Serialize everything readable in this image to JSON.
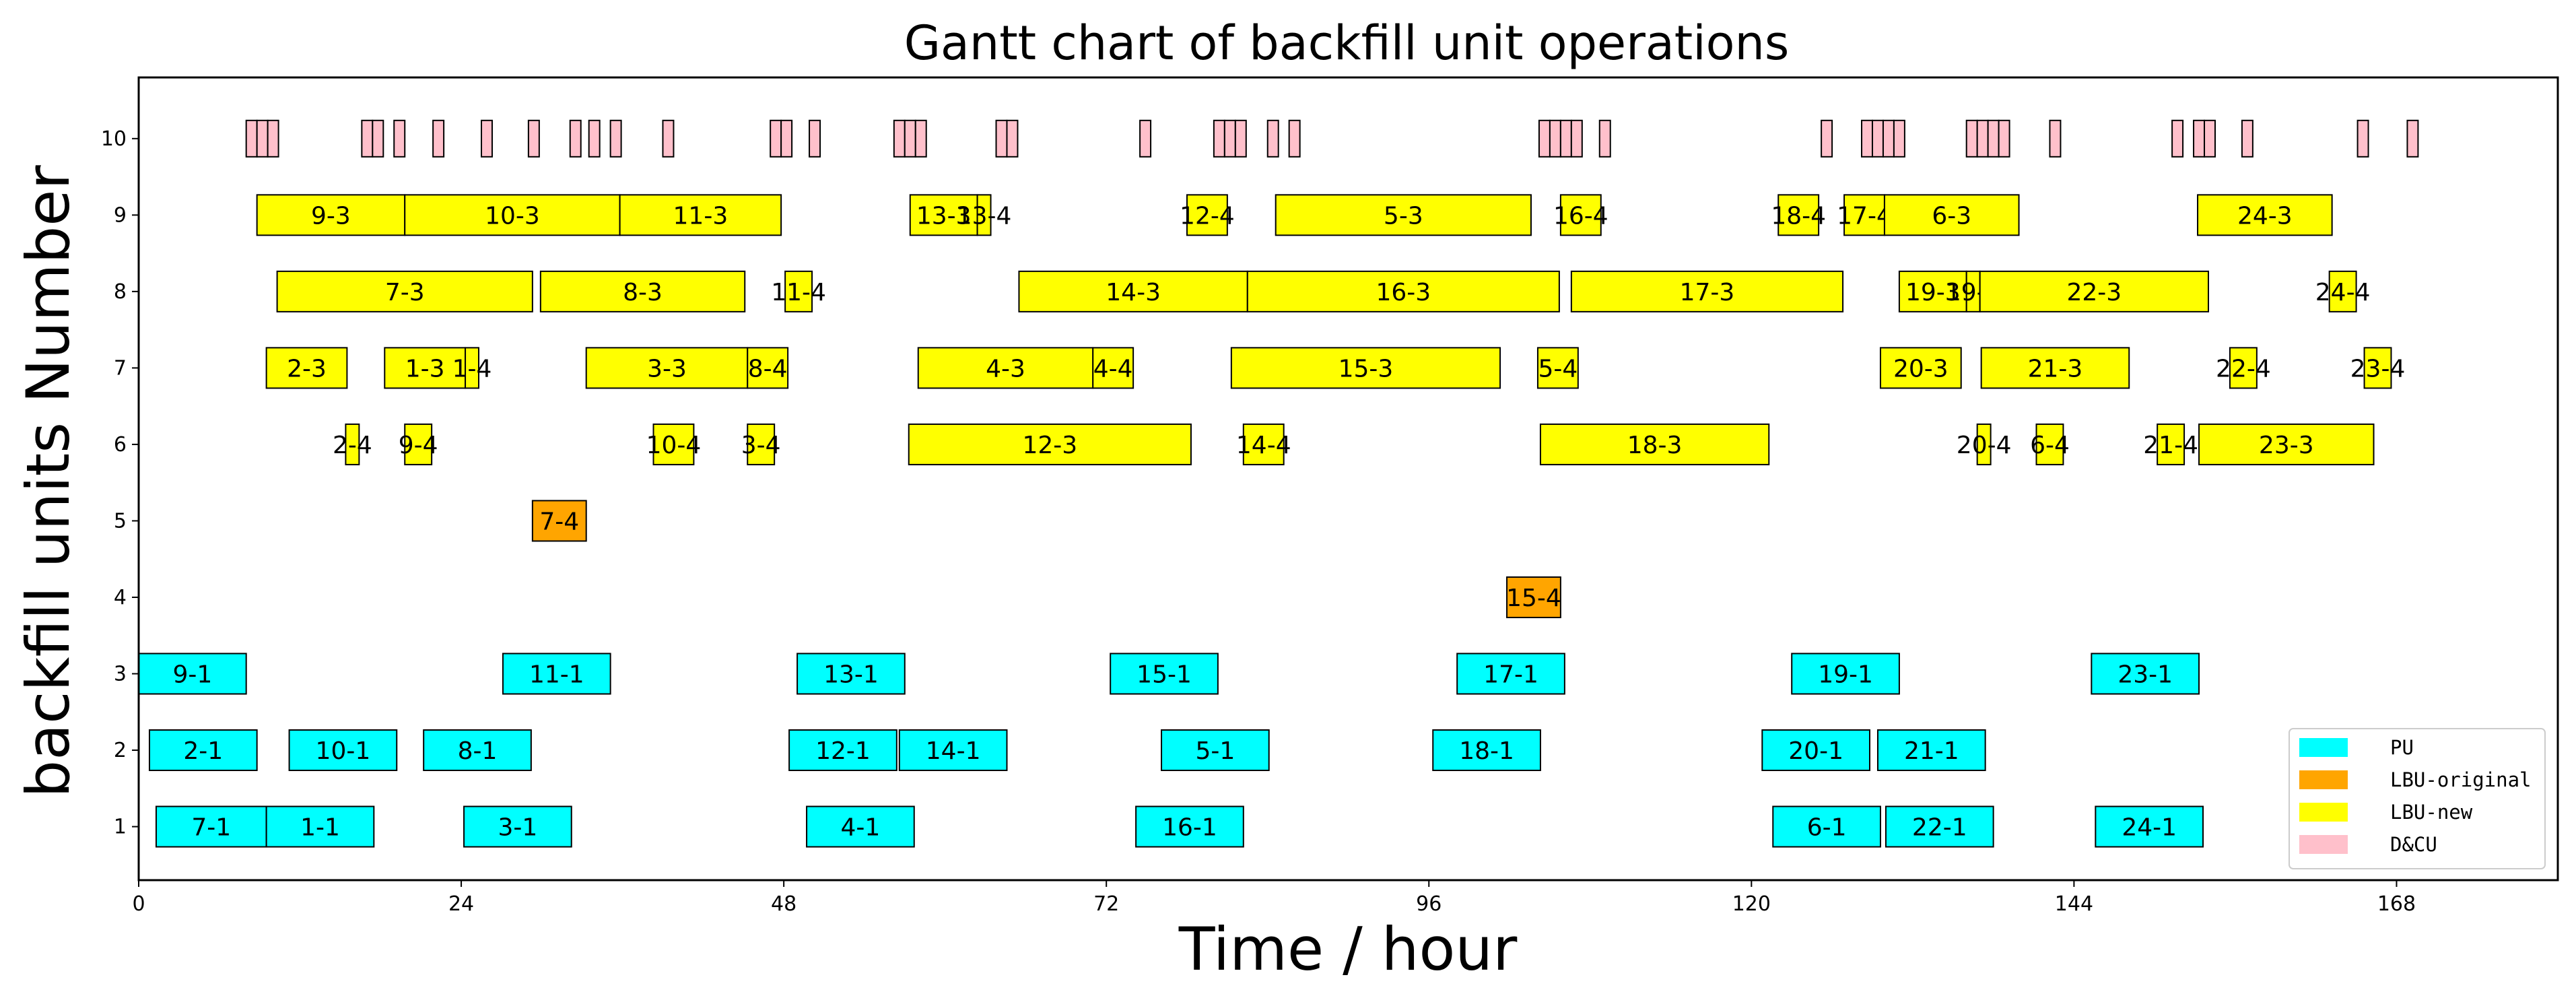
{
  "chart_data": {
    "type": "gantt",
    "title": "Gantt chart of backfill unit operations",
    "xlabel": "Time / hour",
    "ylabel": "backfill units Number",
    "xlim": [
      0,
      180
    ],
    "ylim": [
      0.3,
      10.8
    ],
    "xticks": [
      0,
      24,
      48,
      72,
      96,
      120,
      144,
      168
    ],
    "yticks": [
      1,
      2,
      3,
      4,
      5,
      6,
      7,
      8,
      9,
      10
    ],
    "grid": false,
    "legend": {
      "position": "lower-right",
      "entries": [
        {
          "label": "PU",
          "color": "#00FFFF"
        },
        {
          "label": "LBU-original",
          "color": "#FFA500"
        },
        {
          "label": "LBU-new",
          "color": "#FFFF00"
        },
        {
          "label": "D&CU",
          "color": "#FFC0CB"
        }
      ]
    },
    "tasks": [
      {
        "unit": 1,
        "start": 1.3,
        "end": 9.5,
        "label": "7-1",
        "cat": "PU"
      },
      {
        "unit": 1,
        "start": 9.5,
        "end": 17.5,
        "label": "1-1",
        "cat": "PU"
      },
      {
        "unit": 1,
        "start": 24.2,
        "end": 32.2,
        "label": "3-1",
        "cat": "PU"
      },
      {
        "unit": 1,
        "start": 49.7,
        "end": 57.7,
        "label": "4-1",
        "cat": "PU"
      },
      {
        "unit": 1,
        "start": 74.2,
        "end": 82.2,
        "label": "16-1",
        "cat": "PU"
      },
      {
        "unit": 1,
        "start": 121.6,
        "end": 129.6,
        "label": "6-1",
        "cat": "PU"
      },
      {
        "unit": 1,
        "start": 130.0,
        "end": 138.0,
        "label": "22-1",
        "cat": "PU"
      },
      {
        "unit": 1,
        "start": 145.6,
        "end": 153.6,
        "label": "24-1",
        "cat": "PU"
      },
      {
        "unit": 2,
        "start": 0.8,
        "end": 8.8,
        "label": "2-1",
        "cat": "PU"
      },
      {
        "unit": 2,
        "start": 11.2,
        "end": 19.2,
        "label": "10-1",
        "cat": "PU"
      },
      {
        "unit": 2,
        "start": 21.2,
        "end": 29.2,
        "label": "8-1",
        "cat": "PU"
      },
      {
        "unit": 2,
        "start": 48.4,
        "end": 56.4,
        "label": "12-1",
        "cat": "PU"
      },
      {
        "unit": 2,
        "start": 56.6,
        "end": 64.6,
        "label": "14-1",
        "cat": "PU"
      },
      {
        "unit": 2,
        "start": 76.1,
        "end": 84.1,
        "label": "5-1",
        "cat": "PU"
      },
      {
        "unit": 2,
        "start": 96.3,
        "end": 104.3,
        "label": "18-1",
        "cat": "PU"
      },
      {
        "unit": 2,
        "start": 120.8,
        "end": 128.8,
        "label": "20-1",
        "cat": "PU"
      },
      {
        "unit": 2,
        "start": 129.4,
        "end": 137.4,
        "label": "21-1",
        "cat": "PU"
      },
      {
        "unit": 3,
        "start": 0.0,
        "end": 8.0,
        "label": "9-1",
        "cat": "PU"
      },
      {
        "unit": 3,
        "start": 27.1,
        "end": 35.1,
        "label": "11-1",
        "cat": "PU"
      },
      {
        "unit": 3,
        "start": 49.0,
        "end": 57.0,
        "label": "13-1",
        "cat": "PU"
      },
      {
        "unit": 3,
        "start": 72.3,
        "end": 80.3,
        "label": "15-1",
        "cat": "PU"
      },
      {
        "unit": 3,
        "start": 98.1,
        "end": 106.1,
        "label": "17-1",
        "cat": "PU"
      },
      {
        "unit": 3,
        "start": 123.0,
        "end": 131.0,
        "label": "19-1",
        "cat": "PU"
      },
      {
        "unit": 3,
        "start": 145.3,
        "end": 153.3,
        "label": "23-1",
        "cat": "PU"
      },
      {
        "unit": 4,
        "start": 101.8,
        "end": 105.8,
        "label": "15-4",
        "cat": "LBU-original"
      },
      {
        "unit": 5,
        "start": 29.3,
        "end": 33.3,
        "label": "7-4",
        "cat": "LBU-original"
      },
      {
        "unit": 6,
        "start": 15.4,
        "end": 16.4,
        "label": "2-4",
        "cat": "LBU-new"
      },
      {
        "unit": 6,
        "start": 19.8,
        "end": 21.8,
        "label": "9-4",
        "cat": "LBU-new"
      },
      {
        "unit": 6,
        "start": 38.3,
        "end": 41.3,
        "label": "10-4",
        "cat": "LBU-new"
      },
      {
        "unit": 6,
        "start": 45.3,
        "end": 47.3,
        "label": "3-4",
        "cat": "LBU-new"
      },
      {
        "unit": 6,
        "start": 57.3,
        "end": 78.3,
        "label": "12-3",
        "cat": "LBU-new"
      },
      {
        "unit": 6,
        "start": 82.2,
        "end": 85.2,
        "label": "14-4",
        "cat": "LBU-new"
      },
      {
        "unit": 6,
        "start": 104.3,
        "end": 121.3,
        "label": "18-3",
        "cat": "LBU-new"
      },
      {
        "unit": 6,
        "start": 136.8,
        "end": 137.8,
        "label": "20-4",
        "cat": "LBU-new"
      },
      {
        "unit": 6,
        "start": 141.2,
        "end": 143.2,
        "label": "6-4",
        "cat": "LBU-new"
      },
      {
        "unit": 6,
        "start": 150.2,
        "end": 152.2,
        "label": "21-4",
        "cat": "LBU-new"
      },
      {
        "unit": 6,
        "start": 153.3,
        "end": 166.3,
        "label": "23-3",
        "cat": "LBU-new"
      },
      {
        "unit": 7,
        "start": 9.5,
        "end": 15.5,
        "label": "2-3",
        "cat": "LBU-new"
      },
      {
        "unit": 7,
        "start": 18.3,
        "end": 24.3,
        "label": "1-3",
        "cat": "LBU-new"
      },
      {
        "unit": 7,
        "start": 24.3,
        "end": 25.3,
        "label": "1-4",
        "cat": "LBU-new"
      },
      {
        "unit": 7,
        "start": 33.3,
        "end": 45.3,
        "label": "3-3",
        "cat": "LBU-new"
      },
      {
        "unit": 7,
        "start": 45.3,
        "end": 48.3,
        "label": "8-4",
        "cat": "LBU-new"
      },
      {
        "unit": 7,
        "start": 58.0,
        "end": 71.0,
        "label": "4-3",
        "cat": "LBU-new"
      },
      {
        "unit": 7,
        "start": 71.0,
        "end": 74.0,
        "label": "4-4",
        "cat": "LBU-new"
      },
      {
        "unit": 7,
        "start": 81.3,
        "end": 101.3,
        "label": "15-3",
        "cat": "LBU-new"
      },
      {
        "unit": 7,
        "start": 104.1,
        "end": 107.1,
        "label": "5-4",
        "cat": "LBU-new"
      },
      {
        "unit": 7,
        "start": 129.6,
        "end": 135.6,
        "label": "20-3",
        "cat": "LBU-new"
      },
      {
        "unit": 7,
        "start": 137.1,
        "end": 148.1,
        "label": "21-3",
        "cat": "LBU-new"
      },
      {
        "unit": 7,
        "start": 155.6,
        "end": 157.6,
        "label": "22-4",
        "cat": "LBU-new"
      },
      {
        "unit": 7,
        "start": 165.6,
        "end": 167.6,
        "label": "23-4",
        "cat": "LBU-new"
      },
      {
        "unit": 8,
        "start": 10.3,
        "end": 29.3,
        "label": "7-3",
        "cat": "LBU-new"
      },
      {
        "unit": 8,
        "start": 29.9,
        "end": 45.1,
        "label": "8-3",
        "cat": "LBU-new"
      },
      {
        "unit": 8,
        "start": 48.1,
        "end": 50.1,
        "label": "11-4",
        "cat": "LBU-new"
      },
      {
        "unit": 8,
        "start": 65.5,
        "end": 82.5,
        "label": "14-3",
        "cat": "LBU-new"
      },
      {
        "unit": 8,
        "start": 82.5,
        "end": 105.7,
        "label": "16-3",
        "cat": "LBU-new"
      },
      {
        "unit": 8,
        "start": 106.6,
        "end": 126.8,
        "label": "17-3",
        "cat": "LBU-new"
      },
      {
        "unit": 8,
        "start": 131.0,
        "end": 136.0,
        "label": "19-3",
        "cat": "LBU-new"
      },
      {
        "unit": 8,
        "start": 136.0,
        "end": 137.0,
        "label": "19-4",
        "cat": "LBU-new"
      },
      {
        "unit": 8,
        "start": 137.0,
        "end": 154.0,
        "label": "22-3",
        "cat": "LBU-new"
      },
      {
        "unit": 8,
        "start": 163.0,
        "end": 165.0,
        "label": "24-4",
        "cat": "LBU-new"
      },
      {
        "unit": 9,
        "start": 8.8,
        "end": 19.8,
        "label": "9-3",
        "cat": "LBU-new"
      },
      {
        "unit": 9,
        "start": 19.8,
        "end": 35.8,
        "label": "10-3",
        "cat": "LBU-new"
      },
      {
        "unit": 9,
        "start": 35.8,
        "end": 47.8,
        "label": "11-3",
        "cat": "LBU-new"
      },
      {
        "unit": 9,
        "start": 57.4,
        "end": 62.4,
        "label": "13-3",
        "cat": "LBU-new"
      },
      {
        "unit": 9,
        "start": 62.4,
        "end": 63.4,
        "label": "13-4",
        "cat": "LBU-new"
      },
      {
        "unit": 9,
        "start": 78.0,
        "end": 81.0,
        "label": "12-4",
        "cat": "LBU-new"
      },
      {
        "unit": 9,
        "start": 84.6,
        "end": 103.6,
        "label": "5-3",
        "cat": "LBU-new"
      },
      {
        "unit": 9,
        "start": 105.8,
        "end": 108.8,
        "label": "16-4",
        "cat": "LBU-new"
      },
      {
        "unit": 9,
        "start": 122.0,
        "end": 125.0,
        "label": "18-4",
        "cat": "LBU-new"
      },
      {
        "unit": 9,
        "start": 126.9,
        "end": 129.9,
        "label": "17-4",
        "cat": "LBU-new"
      },
      {
        "unit": 9,
        "start": 129.9,
        "end": 139.9,
        "label": "6-3",
        "cat": "LBU-new"
      },
      {
        "unit": 9,
        "start": 153.2,
        "end": 163.2,
        "label": "24-3",
        "cat": "LBU-new"
      },
      {
        "unit": 10,
        "start": 8.0,
        "end": 8.8,
        "label": "",
        "cat": "D&CU"
      },
      {
        "unit": 10,
        "start": 8.8,
        "end": 9.6,
        "label": "",
        "cat": "D&CU"
      },
      {
        "unit": 10,
        "start": 9.6,
        "end": 10.4,
        "label": "",
        "cat": "D&CU"
      },
      {
        "unit": 10,
        "start": 16.6,
        "end": 17.4,
        "label": "",
        "cat": "D&CU"
      },
      {
        "unit": 10,
        "start": 17.4,
        "end": 18.2,
        "label": "",
        "cat": "D&CU"
      },
      {
        "unit": 10,
        "start": 19.0,
        "end": 19.8,
        "label": "",
        "cat": "D&CU"
      },
      {
        "unit": 10,
        "start": 21.9,
        "end": 22.7,
        "label": "",
        "cat": "D&CU"
      },
      {
        "unit": 10,
        "start": 25.5,
        "end": 26.3,
        "label": "",
        "cat": "D&CU"
      },
      {
        "unit": 10,
        "start": 29.0,
        "end": 29.8,
        "label": "",
        "cat": "D&CU"
      },
      {
        "unit": 10,
        "start": 32.1,
        "end": 32.9,
        "label": "",
        "cat": "D&CU"
      },
      {
        "unit": 10,
        "start": 33.5,
        "end": 34.3,
        "label": "",
        "cat": "D&CU"
      },
      {
        "unit": 10,
        "start": 35.1,
        "end": 35.9,
        "label": "",
        "cat": "D&CU"
      },
      {
        "unit": 10,
        "start": 39.0,
        "end": 39.8,
        "label": "",
        "cat": "D&CU"
      },
      {
        "unit": 10,
        "start": 47.0,
        "end": 47.8,
        "label": "",
        "cat": "D&CU"
      },
      {
        "unit": 10,
        "start": 47.8,
        "end": 48.6,
        "label": "",
        "cat": "D&CU"
      },
      {
        "unit": 10,
        "start": 49.9,
        "end": 50.7,
        "label": "",
        "cat": "D&CU"
      },
      {
        "unit": 10,
        "start": 56.2,
        "end": 57.0,
        "label": "",
        "cat": "D&CU"
      },
      {
        "unit": 10,
        "start": 57.0,
        "end": 57.8,
        "label": "",
        "cat": "D&CU"
      },
      {
        "unit": 10,
        "start": 57.8,
        "end": 58.6,
        "label": "",
        "cat": "D&CU"
      },
      {
        "unit": 10,
        "start": 63.8,
        "end": 64.6,
        "label": "",
        "cat": "D&CU"
      },
      {
        "unit": 10,
        "start": 64.6,
        "end": 65.4,
        "label": "",
        "cat": "D&CU"
      },
      {
        "unit": 10,
        "start": 74.5,
        "end": 75.3,
        "label": "",
        "cat": "D&CU"
      },
      {
        "unit": 10,
        "start": 80.0,
        "end": 80.8,
        "label": "",
        "cat": "D&CU"
      },
      {
        "unit": 10,
        "start": 80.8,
        "end": 81.6,
        "label": "",
        "cat": "D&CU"
      },
      {
        "unit": 10,
        "start": 81.6,
        "end": 82.4,
        "label": "",
        "cat": "D&CU"
      },
      {
        "unit": 10,
        "start": 84.0,
        "end": 84.8,
        "label": "",
        "cat": "D&CU"
      },
      {
        "unit": 10,
        "start": 85.6,
        "end": 86.4,
        "label": "",
        "cat": "D&CU"
      },
      {
        "unit": 10,
        "start": 104.2,
        "end": 105.0,
        "label": "",
        "cat": "D&CU"
      },
      {
        "unit": 10,
        "start": 105.0,
        "end": 105.8,
        "label": "",
        "cat": "D&CU"
      },
      {
        "unit": 10,
        "start": 105.8,
        "end": 106.6,
        "label": "",
        "cat": "D&CU"
      },
      {
        "unit": 10,
        "start": 106.6,
        "end": 107.4,
        "label": "",
        "cat": "D&CU"
      },
      {
        "unit": 10,
        "start": 108.7,
        "end": 109.5,
        "label": "",
        "cat": "D&CU"
      },
      {
        "unit": 10,
        "start": 125.2,
        "end": 126.0,
        "label": "",
        "cat": "D&CU"
      },
      {
        "unit": 10,
        "start": 128.2,
        "end": 129.0,
        "label": "",
        "cat": "D&CU"
      },
      {
        "unit": 10,
        "start": 129.0,
        "end": 129.8,
        "label": "",
        "cat": "D&CU"
      },
      {
        "unit": 10,
        "start": 129.8,
        "end": 130.6,
        "label": "",
        "cat": "D&CU"
      },
      {
        "unit": 10,
        "start": 130.6,
        "end": 131.4,
        "label": "",
        "cat": "D&CU"
      },
      {
        "unit": 10,
        "start": 136.0,
        "end": 136.8,
        "label": "",
        "cat": "D&CU"
      },
      {
        "unit": 10,
        "start": 136.8,
        "end": 137.6,
        "label": "",
        "cat": "D&CU"
      },
      {
        "unit": 10,
        "start": 137.6,
        "end": 138.4,
        "label": "",
        "cat": "D&CU"
      },
      {
        "unit": 10,
        "start": 138.4,
        "end": 139.2,
        "label": "",
        "cat": "D&CU"
      },
      {
        "unit": 10,
        "start": 142.2,
        "end": 143.0,
        "label": "",
        "cat": "D&CU"
      },
      {
        "unit": 10,
        "start": 151.3,
        "end": 152.1,
        "label": "",
        "cat": "D&CU"
      },
      {
        "unit": 10,
        "start": 152.9,
        "end": 153.7,
        "label": "",
        "cat": "D&CU"
      },
      {
        "unit": 10,
        "start": 153.7,
        "end": 154.5,
        "label": "",
        "cat": "D&CU"
      },
      {
        "unit": 10,
        "start": 156.5,
        "end": 157.3,
        "label": "",
        "cat": "D&CU"
      },
      {
        "unit": 10,
        "start": 165.1,
        "end": 165.9,
        "label": "",
        "cat": "D&CU"
      },
      {
        "unit": 10,
        "start": 168.8,
        "end": 169.6,
        "label": "",
        "cat": "D&CU"
      }
    ]
  }
}
